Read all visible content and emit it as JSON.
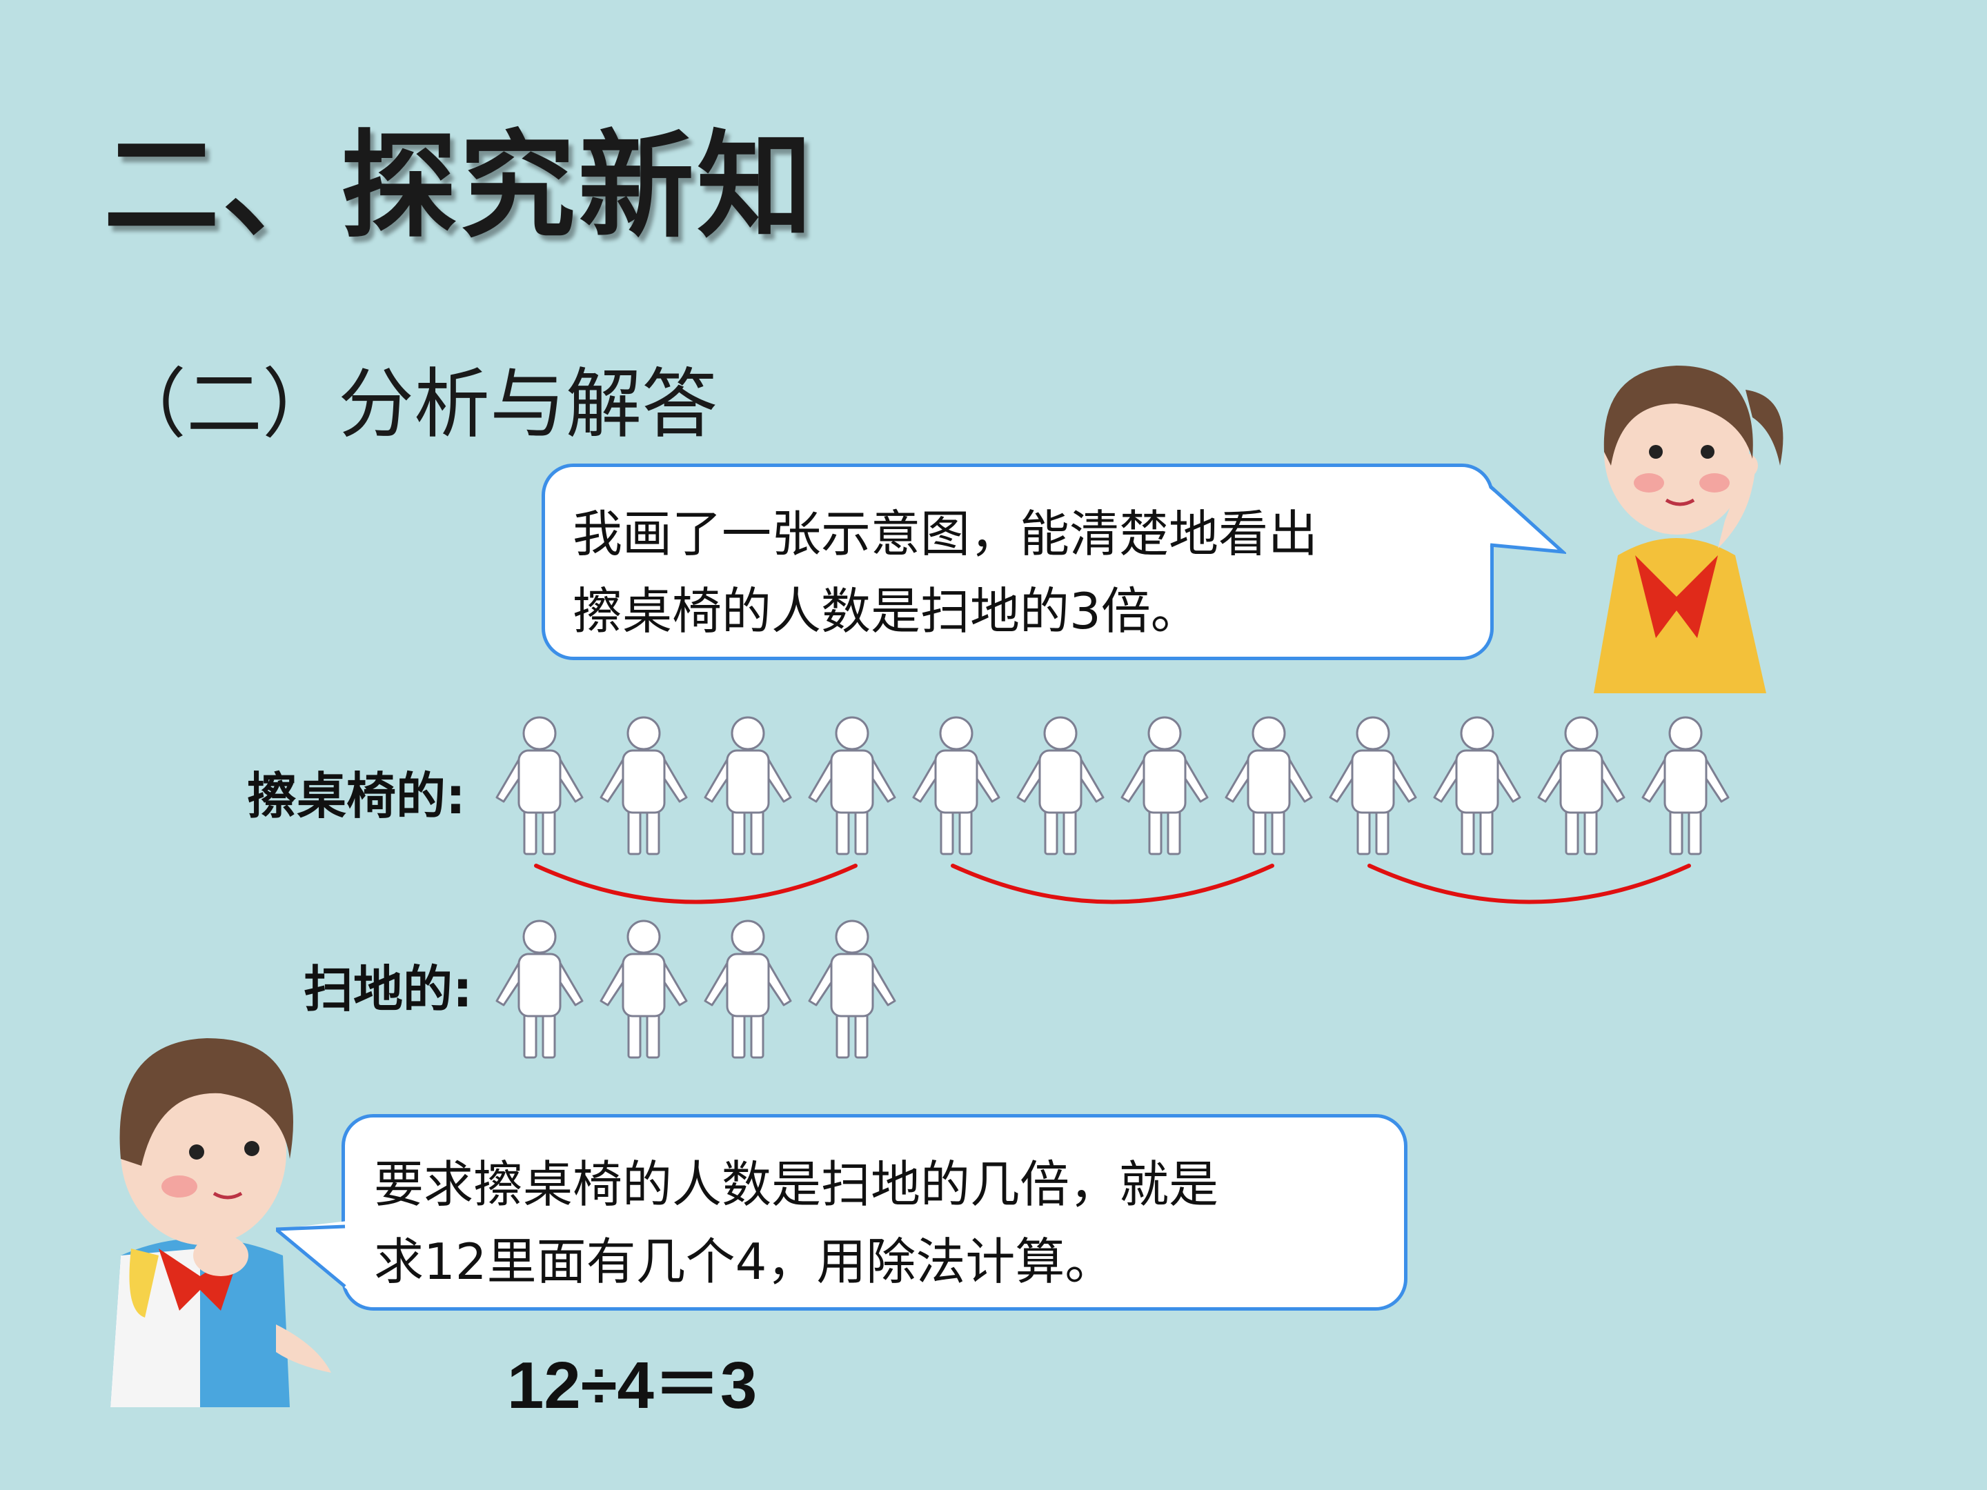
{
  "slide": {
    "title": "二、探究新知",
    "subtitle": "（二）分析与解答"
  },
  "bubble_girl": {
    "line1": "我画了一张示意图，能清楚地看出",
    "line2": "擦桌椅的人数是扫地的3倍。"
  },
  "diagram": {
    "row1_label": "擦桌椅的:",
    "row1_count": 12,
    "row1_group_size": 4,
    "row2_label": "扫地的:",
    "row2_count": 4
  },
  "bubble_boy": {
    "line1": "要求擦桌椅的人数是扫地的几倍，就是",
    "line2": "求12里面有几个4，用除法计算。"
  },
  "equation": "12÷4＝3",
  "colors": {
    "background": "#bce0e3",
    "bubble_border": "#3c8fe8",
    "brace": "#e01010",
    "figure_stroke": "#7d7f92"
  }
}
